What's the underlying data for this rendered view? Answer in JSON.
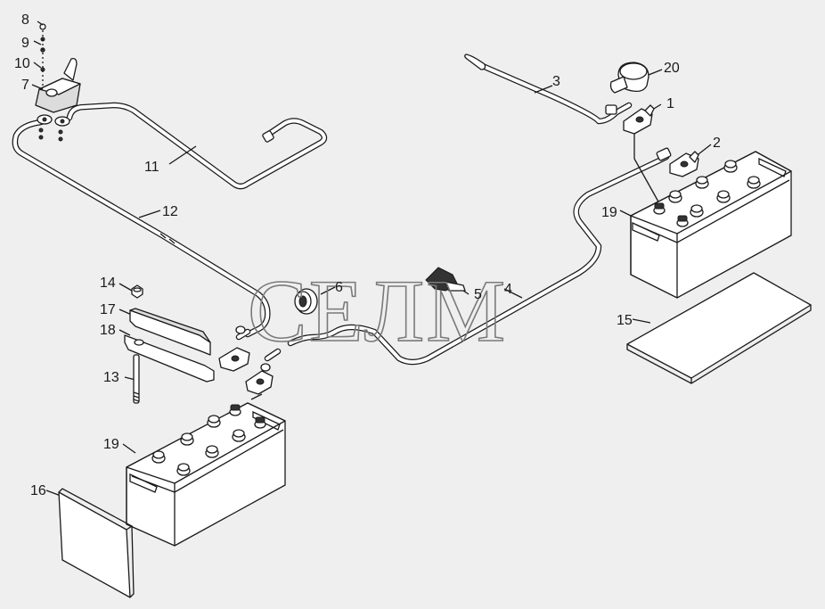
{
  "watermark": "СЕЛМ",
  "callouts": {
    "c1": "1",
    "c2": "2",
    "c3": "3",
    "c4": "4",
    "c5": "5",
    "c6": "6",
    "c7": "7",
    "c8": "8",
    "c9": "9",
    "c10": "10",
    "c11": "11",
    "c12": "12",
    "c13": "13",
    "c14": "14",
    "c15": "15",
    "c16": "16",
    "c17": "17",
    "c18": "18",
    "c19a": "19",
    "c19b": "19",
    "c20": "20"
  }
}
